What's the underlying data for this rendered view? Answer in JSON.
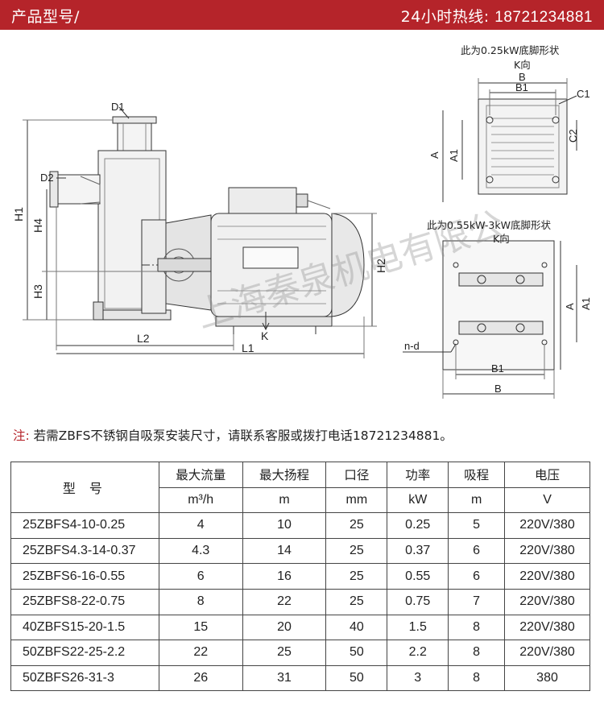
{
  "header": {
    "title": "产品型号/",
    "hotline_label": "24小时热线:",
    "hotline_number": "18721234881",
    "bg_color": "#b5242a"
  },
  "drawing": {
    "labels": {
      "d1": "D1",
      "d2": "D2",
      "h1": "H1",
      "h2": "H2",
      "h3": "H3",
      "h4": "H4",
      "l1": "L1",
      "l2": "L2",
      "k": "K",
      "a": "A",
      "a1": "A1",
      "b": "B",
      "b1": "B1",
      "c1": "C1",
      "c2": "C2",
      "nd": "n-d"
    },
    "foot_small_title": "此为0.25kW底脚形状",
    "foot_small_subtitle": "K向",
    "foot_large_title": "此为0.55kW-3kW底脚形状",
    "foot_large_subtitle": "K向",
    "watermark": "上海秦泉机电有限公"
  },
  "note": {
    "label": "注:",
    "text": "若需ZBFS不锈钢自吸泵安装尺寸，请联系客服或拨打电话18721234881。"
  },
  "table": {
    "header_model": "型 号",
    "columns": [
      {
        "name": "最大流量",
        "unit": "m³/h"
      },
      {
        "name": "最大扬程",
        "unit": "m"
      },
      {
        "name": "口径",
        "unit": "mm"
      },
      {
        "name": "功率",
        "unit": "kW"
      },
      {
        "name": "吸程",
        "unit": "m"
      },
      {
        "name": "电压",
        "unit": "V"
      }
    ],
    "rows": [
      {
        "model": "25ZBFS4-10-0.25",
        "flow": "4",
        "head": "10",
        "caliber": "25",
        "power": "0.25",
        "suction": "5",
        "voltage": "220V/380"
      },
      {
        "model": "25ZBFS4.3-14-0.37",
        "flow": "4.3",
        "head": "14",
        "caliber": "25",
        "power": "0.37",
        "suction": "6",
        "voltage": "220V/380"
      },
      {
        "model": "25ZBFS6-16-0.55",
        "flow": "6",
        "head": "16",
        "caliber": "25",
        "power": "0.55",
        "suction": "6",
        "voltage": "220V/380"
      },
      {
        "model": "25ZBFS8-22-0.75",
        "flow": "8",
        "head": "22",
        "caliber": "25",
        "power": "0.75",
        "suction": "7",
        "voltage": "220V/380"
      },
      {
        "model": "40ZBFS15-20-1.5",
        "flow": "15",
        "head": "20",
        "caliber": "40",
        "power": "1.5",
        "suction": "8",
        "voltage": "220V/380"
      },
      {
        "model": "50ZBFS22-25-2.2",
        "flow": "22",
        "head": "25",
        "caliber": "50",
        "power": "2.2",
        "suction": "8",
        "voltage": "220V/380"
      },
      {
        "model": "50ZBFS26-31-3",
        "flow": "26",
        "head": "31",
        "caliber": "50",
        "power": "3",
        "suction": "8",
        "voltage": "380"
      }
    ]
  }
}
